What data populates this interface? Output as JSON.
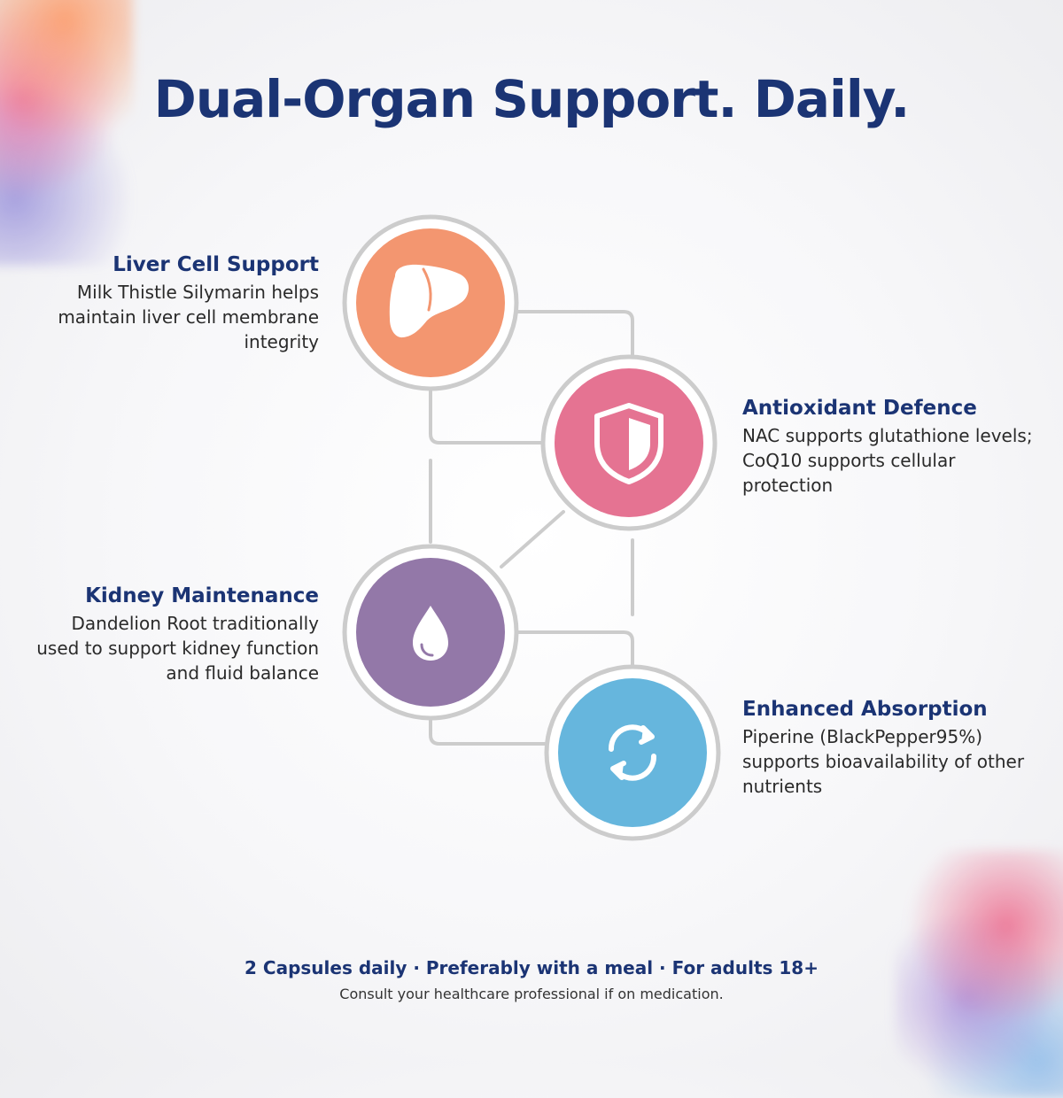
{
  "title": "Dual-Organ Support. Daily.",
  "colors": {
    "title": "#1b3474",
    "liver_circle": "#f39670",
    "shield_circle": "#e57392",
    "drop_circle": "#9378a8",
    "absorb_circle": "#66b6dd",
    "connector": "#cccccc"
  },
  "features": [
    {
      "title": "Liver Cell Support",
      "description": "Milk Thistle Silymarin helps maintain liver cell membrane integrity",
      "icon": "liver-icon"
    },
    {
      "title": "Antioxidant Defence",
      "description": "NAC supports glutathione levels; CoQ10 supports cellular protection",
      "icon": "shield-icon"
    },
    {
      "title": "Kidney Maintenance",
      "description": "Dandelion Root traditionally used to support kidney function and fluid balance",
      "icon": "water-drop-icon"
    },
    {
      "title": "Enhanced Absorption",
      "description": "Piperine (BlackPepper95%) supports bioavailability of other nutrients",
      "icon": "refresh-arrows-icon"
    }
  ],
  "footer": {
    "dosage": "2 Capsules daily · Preferably with a meal · For adults 18+",
    "note": "Consult your healthcare professional if on medication."
  }
}
